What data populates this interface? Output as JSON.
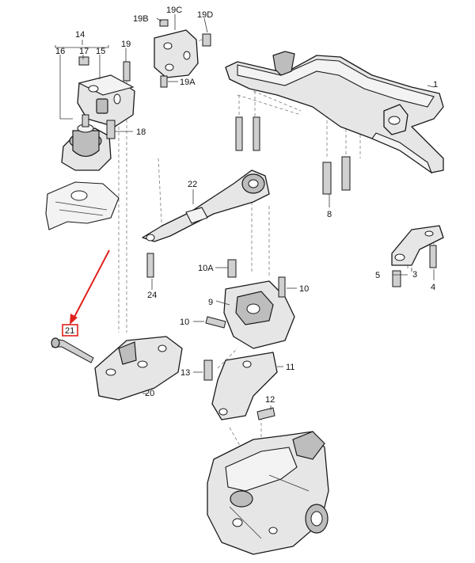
{
  "labels": {
    "l1": "1",
    "l3": "3",
    "l4": "4",
    "l5": "5",
    "l8": "8",
    "l9": "9",
    "l10a": "10A",
    "l10b": "10",
    "l10c": "10",
    "l11": "11",
    "l12": "12",
    "l13": "13",
    "l14": "14",
    "l15": "15",
    "l16": "16",
    "l17": "17",
    "l18": "18",
    "l19": "19",
    "l19a": "19A",
    "l19b": "19B",
    "l19c": "19C",
    "l19d": "19D",
    "l20": "20",
    "l21": "21",
    "l22": "22",
    "l24": "24"
  },
  "colors": {
    "highlight": "#e0201c",
    "part_fill": "#e6e6e6",
    "line": "#1a1a1a"
  }
}
